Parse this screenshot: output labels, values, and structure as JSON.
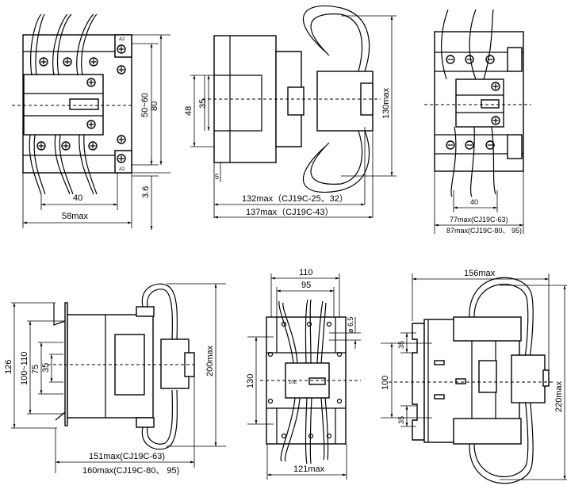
{
  "title": "CJ19C capacitor switching contactor outline dimensions",
  "views": [
    {
      "id": "view1",
      "dims": {
        "width_terminals": "40",
        "width_max": "58max",
        "mount_range": "50~60",
        "height": "80",
        "offset": "3.6",
        "terminal_mark": "A2"
      }
    },
    {
      "id": "view2",
      "dims": {
        "rail_48": "48",
        "rail_35": "35",
        "height_max": "130max",
        "offset": "5",
        "depth1": "132max（CJ19C-25、32）",
        "depth2": "137max（CJ19C-43）"
      }
    },
    {
      "id": "view3",
      "dims": {
        "width_terminals": "40",
        "width1": "77max(CJ19C-63)",
        "width2": "87max(CJ19C-80、 95)"
      }
    },
    {
      "id": "view4",
      "dims": {
        "h126": "126",
        "h100_110": "100~110",
        "h75": "75",
        "h35": "35",
        "height_max": "200max",
        "depth1": "151max(CJ19C-63)",
        "depth2": "160max(CJ19C-80、 95)"
      }
    },
    {
      "id": "view5",
      "dims": {
        "w110": "110",
        "w95": "95",
        "h130": "130",
        "hole": "ø 6.5",
        "width_max": "121max",
        "label": "10E"
      }
    },
    {
      "id": "view6",
      "dims": {
        "depth_max": "156max",
        "h35a": "35",
        "h100": "100",
        "h35b": "35",
        "height_max": "220max"
      }
    }
  ]
}
